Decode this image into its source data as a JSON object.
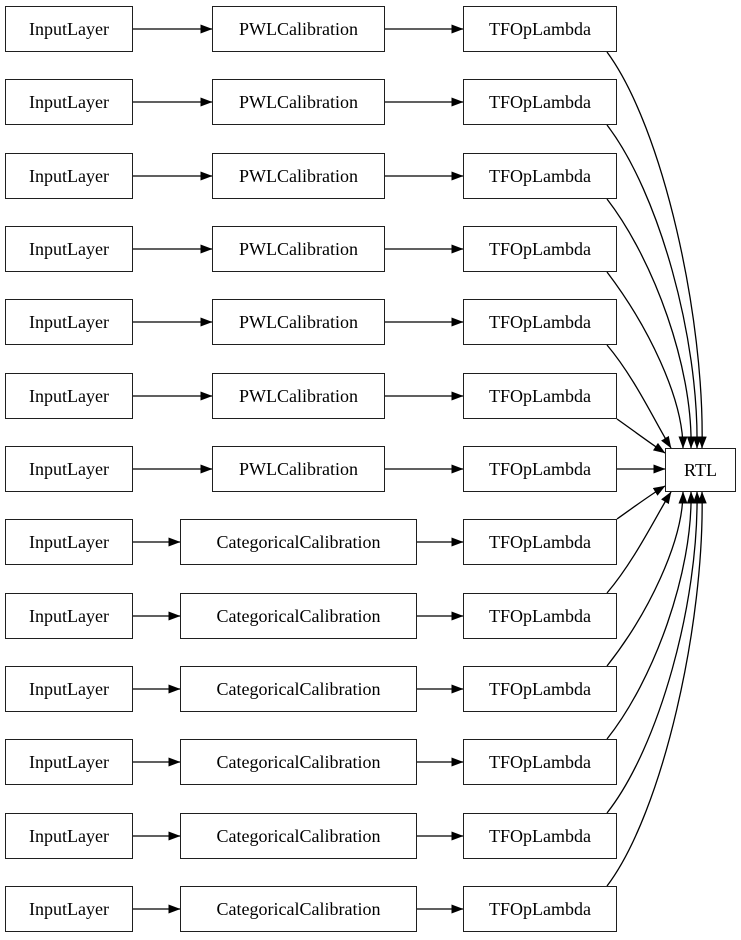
{
  "diagram": {
    "output_node": {
      "label": "RTL"
    },
    "colors": {
      "node_border": "#1f1f1f",
      "node_fill": "#ffffff",
      "edge": "#000000",
      "text": "#000000",
      "background": "#ffffff"
    },
    "rows": [
      {
        "input": "InputLayer",
        "calibration": "PWLCalibration",
        "lambda": "TFOpLambda"
      },
      {
        "input": "InputLayer",
        "calibration": "PWLCalibration",
        "lambda": "TFOpLambda"
      },
      {
        "input": "InputLayer",
        "calibration": "PWLCalibration",
        "lambda": "TFOpLambda"
      },
      {
        "input": "InputLayer",
        "calibration": "PWLCalibration",
        "lambda": "TFOpLambda"
      },
      {
        "input": "InputLayer",
        "calibration": "PWLCalibration",
        "lambda": "TFOpLambda"
      },
      {
        "input": "InputLayer",
        "calibration": "PWLCalibration",
        "lambda": "TFOpLambda"
      },
      {
        "input": "InputLayer",
        "calibration": "PWLCalibration",
        "lambda": "TFOpLambda"
      },
      {
        "input": "InputLayer",
        "calibration": "CategoricalCalibration",
        "lambda": "TFOpLambda"
      },
      {
        "input": "InputLayer",
        "calibration": "CategoricalCalibration",
        "lambda": "TFOpLambda"
      },
      {
        "input": "InputLayer",
        "calibration": "CategoricalCalibration",
        "lambda": "TFOpLambda"
      },
      {
        "input": "InputLayer",
        "calibration": "CategoricalCalibration",
        "lambda": "TFOpLambda"
      },
      {
        "input": "InputLayer",
        "calibration": "CategoricalCalibration",
        "lambda": "TFOpLambda"
      },
      {
        "input": "InputLayer",
        "calibration": "CategoricalCalibration",
        "lambda": "TFOpLambda"
      }
    ]
  }
}
